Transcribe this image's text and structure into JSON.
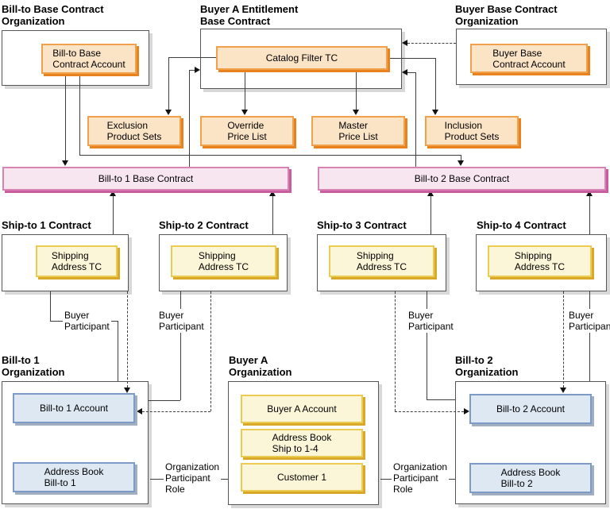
{
  "titles": {
    "billto_base_org": "Bill-to Base Contract\nOrganization",
    "entitlement_base_contract": "Buyer A Entitlement\nBase Contract",
    "buyer_base_org": "Buyer Base Contract\nOrganization",
    "shipto1": "Ship-to 1 Contract",
    "shipto2": "Ship-to 2 Contract",
    "shipto3": "Ship-to 3 Contract",
    "shipto4": "Ship-to 4 Contract",
    "billto1_org": "Bill-to 1\nOrganization",
    "buyera_org": "Buyer A\nOrganization",
    "billto2_org": "Bill-to 2\nOrganization"
  },
  "nodes": {
    "billto_base_account": "Bill-to Base\nContract Account",
    "catalog_filter_tc": "Catalog Filter TC",
    "buyer_base_account": "Buyer Base\nContract Account",
    "exclusion_product_sets": "Exclusion\nProduct Sets",
    "override_price_list": "Override\nPrice List",
    "master_price_list": "Master\nPrice List",
    "inclusion_product_sets": "Inclusion\nProduct Sets",
    "billto1_base_contract": "Bill-to 1 Base Contract",
    "billto2_base_contract": "Bill-to 2 Base Contract",
    "shipping_address_tc": "Shipping\nAddress TC",
    "billto1_account": "Bill-to 1 Account",
    "address_book_billto1": "Address Book\nBill-to 1",
    "buyera_account": "Buyer A Account",
    "address_book_ship_1_4": "Address Book\nShip to 1-4",
    "customer_1": "Customer 1",
    "billto2_account": "Bill-to 2 Account",
    "address_book_billto2": "Address Book\nBill-to 2"
  },
  "labels": {
    "buyer_participant": "Buyer\nParticipant",
    "organization_participant_role": "Organization\nParticipant\nRole"
  },
  "colors": {
    "orange_fill": "#FBE3C6",
    "orange_border": "#F1A14B",
    "orange_shadow": "#E8821E",
    "pink_fill": "#F7E6F0",
    "pink_border": "#D784B5",
    "pink_shadow": "#C75D9F",
    "yellow_fill": "#FCF6D8",
    "yellow_border": "#ECCB52",
    "yellow_shadow": "#D8A928",
    "blue_fill": "#DDE8F2",
    "blue_border": "#7E9AC7",
    "blue_shadow": "#A2AFC1",
    "org_border": "#55565A",
    "org_shadow": "#D8D8D8",
    "line": "#3E3E3E",
    "arrow": "#111111"
  }
}
